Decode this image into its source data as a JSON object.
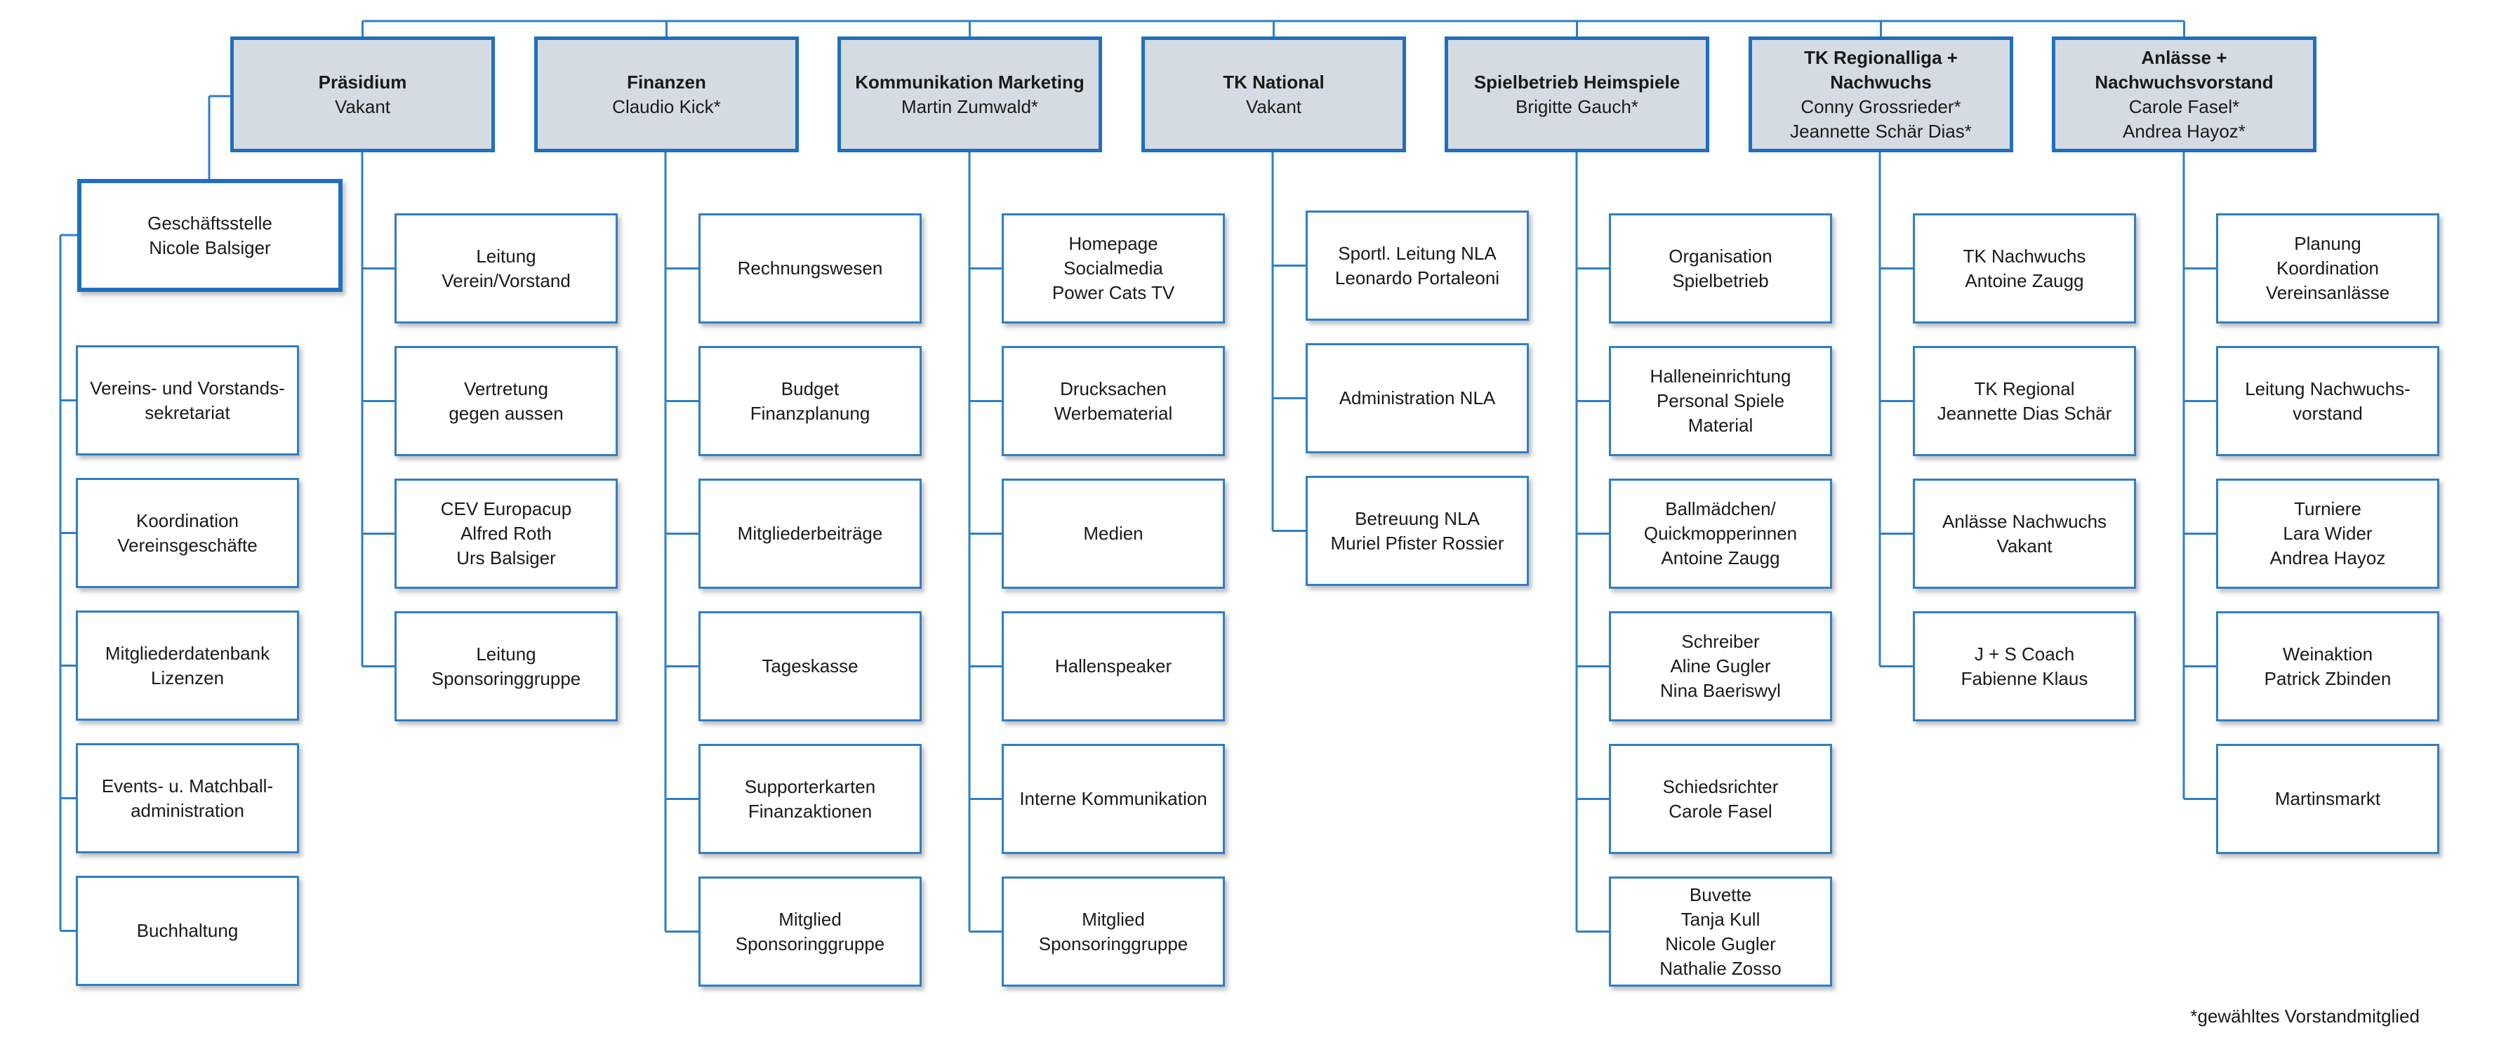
{
  "colors": {
    "line": "#2f7fc8",
    "header_fill": "#d5dbe3",
    "header_border": "#1f6fc0"
  },
  "departments": [
    {
      "title": "Präsidium",
      "persons": [
        "Vakant"
      ]
    },
    {
      "title": "Finanzen",
      "persons": [
        "Claudio Kick*"
      ]
    },
    {
      "title": "Kommunikation Marketing",
      "persons": [
        "Martin Zumwald*"
      ]
    },
    {
      "title": "TK National",
      "persons": [
        "Vakant"
      ]
    },
    {
      "title": "Spielbetrieb Heimspiele",
      "persons": [
        "Brigitte Gauch*"
      ]
    },
    {
      "title": "TK Regionalliga + Nachwuchs",
      "persons": [
        "Conny Grossrieder*",
        "Jeannette Schär Dias*"
      ]
    },
    {
      "title": "Anlässe + Nachwuchsvorstand",
      "persons": [
        "Carole Fasel*",
        "Andrea Hayoz*"
      ]
    }
  ],
  "geschaeftsstelle": [
    "Geschäftsstelle",
    "Nicole Balsiger"
  ],
  "columns": [
    [
      [
        "Vereins- und Vorstands-",
        "sekretariat"
      ],
      [
        "Koordination",
        "Vereinsgeschäfte"
      ],
      [
        "Mitgliederdatenbank",
        "Lizenzen"
      ],
      [
        "Events- u. Matchball-",
        "administration"
      ],
      [
        "Buchhaltung"
      ]
    ],
    [
      [
        "Leitung",
        "Verein/Vorstand"
      ],
      [
        "Vertretung",
        "gegen aussen"
      ],
      [
        "CEV Europacup",
        "Alfred Roth",
        "Urs Balsiger"
      ],
      [
        "Leitung",
        "Sponsoringgruppe"
      ]
    ],
    [
      [
        "Rechnungswesen"
      ],
      [
        "Budget",
        "Finanzplanung"
      ],
      [
        "Mitgliederbeiträge"
      ],
      [
        "Tageskasse"
      ],
      [
        "Supporterkarten",
        "Finanzaktionen"
      ],
      [
        "Mitglied",
        "Sponsoringgruppe"
      ]
    ],
    [
      [
        "Homepage",
        "Socialmedia",
        "Power Cats TV"
      ],
      [
        "Drucksachen",
        "Werbematerial"
      ],
      [
        "Medien"
      ],
      [
        "Hallenspeaker"
      ],
      [
        "Interne Kommunikation"
      ],
      [
        "Mitglied",
        "Sponsoringgruppe"
      ]
    ],
    [
      [
        "Sportl. Leitung NLA",
        "Leonardo Portaleoni"
      ],
      [
        "Administration NLA"
      ],
      [
        "Betreuung NLA",
        "Muriel Pfister Rossier"
      ]
    ],
    [
      [
        "Organisation",
        "Spielbetrieb"
      ],
      [
        "Halleneinrichtung",
        "Personal Spiele",
        "Material"
      ],
      [
        "Ballmädchen/",
        "Quickmopperinnen",
        "Antoine Zaugg"
      ],
      [
        "Schreiber",
        "Aline Gugler",
        "Nina Baeriswyl"
      ],
      [
        "Schiedsrichter",
        "Carole Fasel"
      ],
      [
        "Buvette",
        "Tanja Kull",
        "Nicole Gugler",
        "Nathalie Zosso"
      ]
    ],
    [
      [
        "TK Nachwuchs",
        "Antoine Zaugg"
      ],
      [
        "TK Regional",
        "Jeannette Dias Schär"
      ],
      [
        "Anlässe Nachwuchs",
        "Vakant"
      ],
      [
        "J + S Coach",
        "Fabienne Klaus"
      ]
    ],
    [
      [
        "Planung",
        "Koordination",
        "Vereinsanlässe"
      ],
      [
        "Leitung Nachwuchs-",
        "vorstand"
      ],
      [
        "Turniere",
        "Lara Wider",
        "Andrea Hayoz"
      ],
      [
        "Weinaktion",
        "Patrick Zbinden"
      ],
      [
        "Martinsmarkt"
      ]
    ]
  ],
  "footnote": "*gewähltes Vorstandmitglied"
}
